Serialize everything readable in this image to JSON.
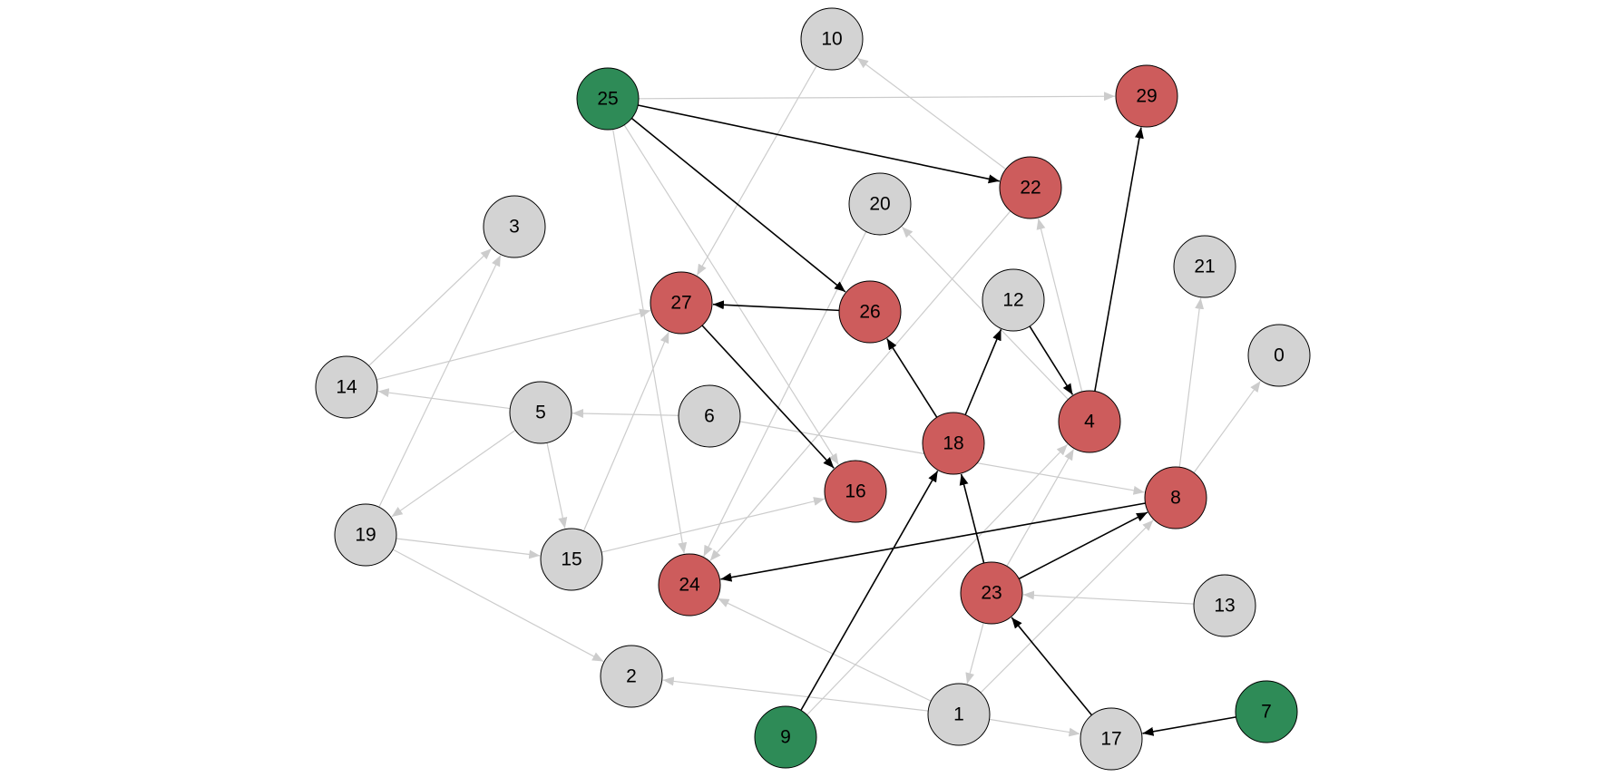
{
  "colors": {
    "background": "#ffffff",
    "node_default": "#d3d3d3",
    "node_source": "#2e8b57",
    "node_reached": "#cd5c5c",
    "node_stroke": "#000000",
    "edge_default": "#cccccc",
    "edge_highlight": "#000000"
  },
  "graph": {
    "nodes": [
      {
        "id": "0",
        "label": "0",
        "status": "default"
      },
      {
        "id": "1",
        "label": "1",
        "status": "default"
      },
      {
        "id": "2",
        "label": "2",
        "status": "default"
      },
      {
        "id": "3",
        "label": "3",
        "status": "default"
      },
      {
        "id": "4",
        "label": "4",
        "status": "reached"
      },
      {
        "id": "5",
        "label": "5",
        "status": "default"
      },
      {
        "id": "6",
        "label": "6",
        "status": "default"
      },
      {
        "id": "7",
        "label": "7",
        "status": "source"
      },
      {
        "id": "8",
        "label": "8",
        "status": "reached"
      },
      {
        "id": "9",
        "label": "9",
        "status": "source"
      },
      {
        "id": "10",
        "label": "10",
        "status": "default"
      },
      {
        "id": "12",
        "label": "12",
        "status": "default"
      },
      {
        "id": "13",
        "label": "13",
        "status": "default"
      },
      {
        "id": "14",
        "label": "14",
        "status": "default"
      },
      {
        "id": "15",
        "label": "15",
        "status": "default"
      },
      {
        "id": "16",
        "label": "16",
        "status": "reached"
      },
      {
        "id": "17",
        "label": "17",
        "status": "default"
      },
      {
        "id": "18",
        "label": "18",
        "status": "reached"
      },
      {
        "id": "19",
        "label": "19",
        "status": "default"
      },
      {
        "id": "20",
        "label": "20",
        "status": "default"
      },
      {
        "id": "21",
        "label": "21",
        "status": "default"
      },
      {
        "id": "22",
        "label": "22",
        "status": "reached"
      },
      {
        "id": "23",
        "label": "23",
        "status": "reached"
      },
      {
        "id": "24",
        "label": "24",
        "status": "reached"
      },
      {
        "id": "25",
        "label": "25",
        "status": "source"
      },
      {
        "id": "26",
        "label": "26",
        "status": "reached"
      },
      {
        "id": "27",
        "label": "27",
        "status": "reached"
      },
      {
        "id": "29",
        "label": "29",
        "status": "reached"
      }
    ],
    "edges": [
      {
        "from": "25",
        "to": "29",
        "highlight": false
      },
      {
        "from": "25",
        "to": "22",
        "highlight": true
      },
      {
        "from": "25",
        "to": "26",
        "highlight": true
      },
      {
        "from": "25",
        "to": "24",
        "highlight": false
      },
      {
        "from": "25",
        "to": "16",
        "highlight": false
      },
      {
        "from": "10",
        "to": "27",
        "highlight": false
      },
      {
        "from": "22",
        "to": "10",
        "highlight": false
      },
      {
        "from": "22",
        "to": "24",
        "highlight": false
      },
      {
        "from": "4",
        "to": "29",
        "highlight": true
      },
      {
        "from": "4",
        "to": "22",
        "highlight": false
      },
      {
        "from": "4",
        "to": "20",
        "highlight": false
      },
      {
        "from": "20",
        "to": "24",
        "highlight": false
      },
      {
        "from": "26",
        "to": "27",
        "highlight": true
      },
      {
        "from": "27",
        "to": "16",
        "highlight": true
      },
      {
        "from": "14",
        "to": "27",
        "highlight": false
      },
      {
        "from": "14",
        "to": "3",
        "highlight": false
      },
      {
        "from": "19",
        "to": "3",
        "highlight": false
      },
      {
        "from": "5",
        "to": "14",
        "highlight": false
      },
      {
        "from": "5",
        "to": "19",
        "highlight": false
      },
      {
        "from": "5",
        "to": "15",
        "highlight": false
      },
      {
        "from": "6",
        "to": "5",
        "highlight": false
      },
      {
        "from": "6",
        "to": "8",
        "highlight": false
      },
      {
        "from": "15",
        "to": "27",
        "highlight": false
      },
      {
        "from": "15",
        "to": "16",
        "highlight": false
      },
      {
        "from": "19",
        "to": "15",
        "highlight": false
      },
      {
        "from": "19",
        "to": "2",
        "highlight": false
      },
      {
        "from": "12",
        "to": "4",
        "highlight": true
      },
      {
        "from": "18",
        "to": "12",
        "highlight": true
      },
      {
        "from": "18",
        "to": "26",
        "highlight": true
      },
      {
        "from": "8",
        "to": "21",
        "highlight": false
      },
      {
        "from": "8",
        "to": "0",
        "highlight": false
      },
      {
        "from": "8",
        "to": "24",
        "highlight": true
      },
      {
        "from": "23",
        "to": "18",
        "highlight": true
      },
      {
        "from": "23",
        "to": "8",
        "highlight": true
      },
      {
        "from": "23",
        "to": "4",
        "highlight": false
      },
      {
        "from": "23",
        "to": "1",
        "highlight": false
      },
      {
        "from": "13",
        "to": "23",
        "highlight": false
      },
      {
        "from": "9",
        "to": "18",
        "highlight": true
      },
      {
        "from": "9",
        "to": "4",
        "highlight": false
      },
      {
        "from": "1",
        "to": "24",
        "highlight": false
      },
      {
        "from": "1",
        "to": "2",
        "highlight": false
      },
      {
        "from": "1",
        "to": "17",
        "highlight": false
      },
      {
        "from": "1",
        "to": "8",
        "highlight": false
      },
      {
        "from": "17",
        "to": "23",
        "highlight": true
      },
      {
        "from": "7",
        "to": "17",
        "highlight": true
      }
    ]
  }
}
